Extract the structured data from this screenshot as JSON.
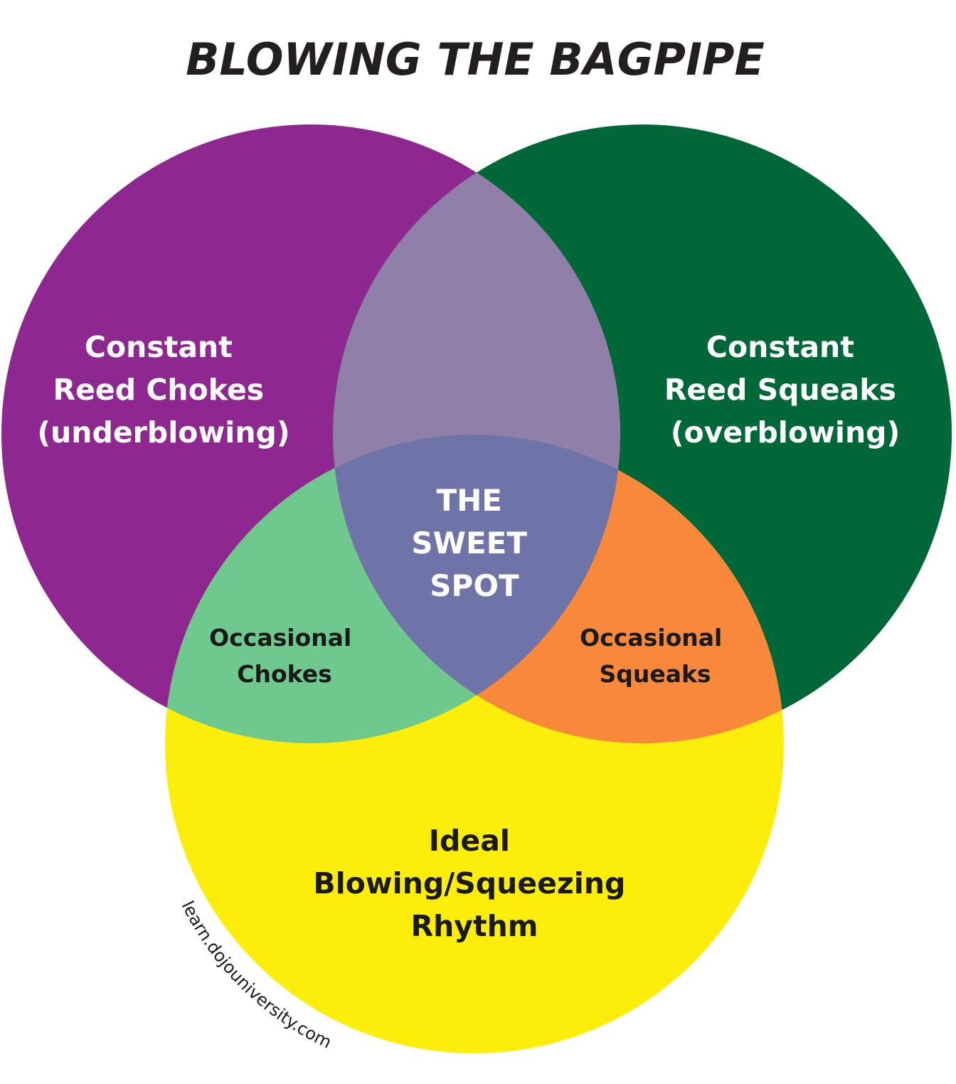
{
  "title": "BLOWING THE BAGPIPE",
  "colors": {
    "background": "#ffffff",
    "title_text": "#231f20",
    "underblowing_circle": "#8e278f",
    "overblowing_circle": "#006838",
    "ideal_circle": "#fcee0a",
    "underblowing_overblowing_overlap": "#8f7fa9",
    "underblowing_ideal_overlap": "#6fc98f",
    "overblowing_ideal_overlap": "#f8893a",
    "center_overlap": "#6e73a8",
    "light_text": "#ffffff",
    "dark_text": "#1a1a1a"
  },
  "sets": {
    "underblowing": {
      "lines": [
        "Constant",
        "Reed Chokes",
        "(underblowing)"
      ]
    },
    "overblowing": {
      "lines": [
        "Constant",
        "Reed Squeaks",
        "(overblowing)"
      ]
    },
    "ideal": {
      "lines": [
        "Ideal",
        "Blowing/Squeezing",
        "Rhythm"
      ]
    }
  },
  "overlaps": {
    "occasional_chokes": {
      "lines": [
        "Occasional",
        "Chokes"
      ]
    },
    "occasional_squeaks": {
      "lines": [
        "Occasional",
        "Squeaks"
      ]
    },
    "sweet_spot": {
      "lines": [
        "THE",
        "SWEET",
        "SPOT"
      ]
    }
  },
  "credit": "learn.dojouniversity.com"
}
